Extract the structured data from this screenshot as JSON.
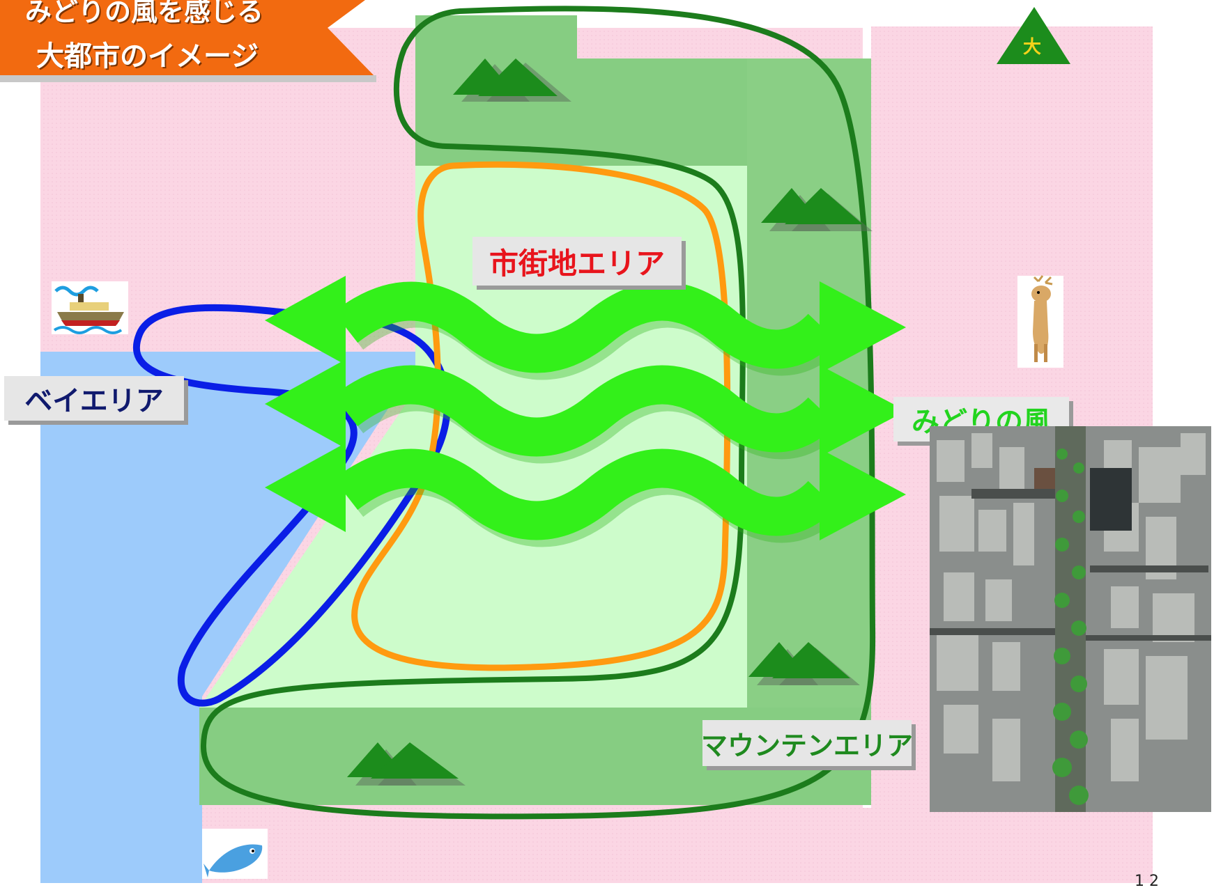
{
  "title": {
    "line1": "みどりの風を感じる",
    "line2": "大都市のイメージ"
  },
  "labels": {
    "bay_area": "ベイエリア",
    "city_area": "市街地エリア",
    "midori_wind": "みどりの風",
    "mountain_area": "マウンテンエリア"
  },
  "colors": {
    "background": "#fbd6e4",
    "sea": "#9dcbfb",
    "city_zone": "#cdfccb",
    "mountain_zone": "#86cd82",
    "green_wind_arrow": "#33f01a",
    "bay_loop": "#0a1ee6",
    "city_loop": "#ff9a10",
    "mountain_loop": "#1c7c1c",
    "title_banner": "#f26a10"
  },
  "icons": [
    "ship-icon",
    "fish-icon",
    "deer-icon",
    "mountain-icon",
    "osaka-mark-icon"
  ],
  "page_number": "1 2"
}
